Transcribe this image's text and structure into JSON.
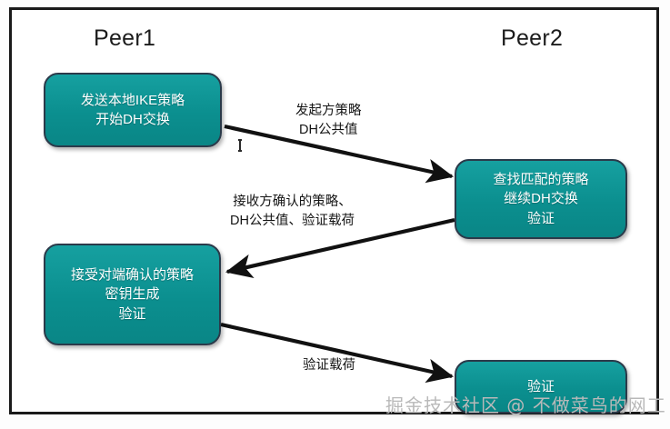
{
  "diagram": {
    "title_left": "Peer1",
    "title_right": "Peer2",
    "accent_color": "#0d9494",
    "border_color": "#2b3a4a",
    "text_color": "#ffffff",
    "arrow_color": "#111111"
  },
  "nodes": [
    {
      "id": "send-policy",
      "side": "peer1",
      "lines": [
        "发送本地IKE策略",
        "开始DH交换"
      ]
    },
    {
      "id": "find-match",
      "side": "peer2",
      "lines": [
        "查找匹配的策略",
        "继续DH交换",
        "验证"
      ]
    },
    {
      "id": "accept-policy",
      "side": "peer1",
      "lines": [
        "接受对端确认的策略",
        "密钥生成",
        "验证"
      ]
    },
    {
      "id": "verify",
      "side": "peer2",
      "lines": [
        "验证"
      ]
    }
  ],
  "arrows": [
    {
      "id": "initiator",
      "direction": "peer1-to-peer2",
      "lines": [
        "发起方策略",
        "DH公共值"
      ]
    },
    {
      "id": "responder",
      "direction": "peer2-to-peer1",
      "lines": [
        "接收方确认的策略、",
        "DH公共值、验证载荷"
      ]
    },
    {
      "id": "auth-payload",
      "direction": "peer1-to-peer2",
      "lines": [
        "验证载荷"
      ]
    }
  ],
  "watermark": "掘金技术社区 @ 不做菜鸟的网工"
}
